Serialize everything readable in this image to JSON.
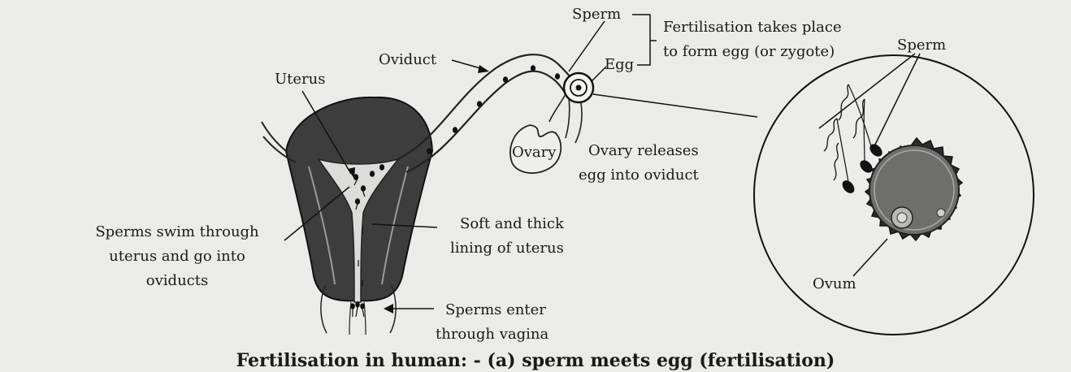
{
  "labels": {
    "sperm_top": "Sperm",
    "egg": "Egg",
    "fertilisation_line1": "Fertilisation takes place",
    "fertilisation_line2": "to form egg (or zygote)",
    "sperm_right": "Sperm",
    "oviduct": "Oviduct",
    "uterus": "Uterus",
    "ovary": "Ovary",
    "ovary_releases_line1": "Ovary releases",
    "ovary_releases_line2": "egg into oviduct",
    "sperms_swim_line1": "Sperms swim through",
    "sperms_swim_line2": "uterus and go into",
    "sperms_swim_line3": "oviducts",
    "lining_line1": "Soft and thick",
    "lining_line2": "lining of uterus",
    "sperms_enter_line1": "Sperms enter",
    "sperms_enter_line2": "through vagina",
    "ovum": "Ovum"
  },
  "caption": "Fertilisation in human: - (a) sperm meets egg (fertilisation)",
  "colors": {
    "background": "#ebebe9",
    "ink": "#1a1a1a",
    "uterus_wall": "#3d3d3d",
    "ovum_fill": "#6e6e6c"
  }
}
